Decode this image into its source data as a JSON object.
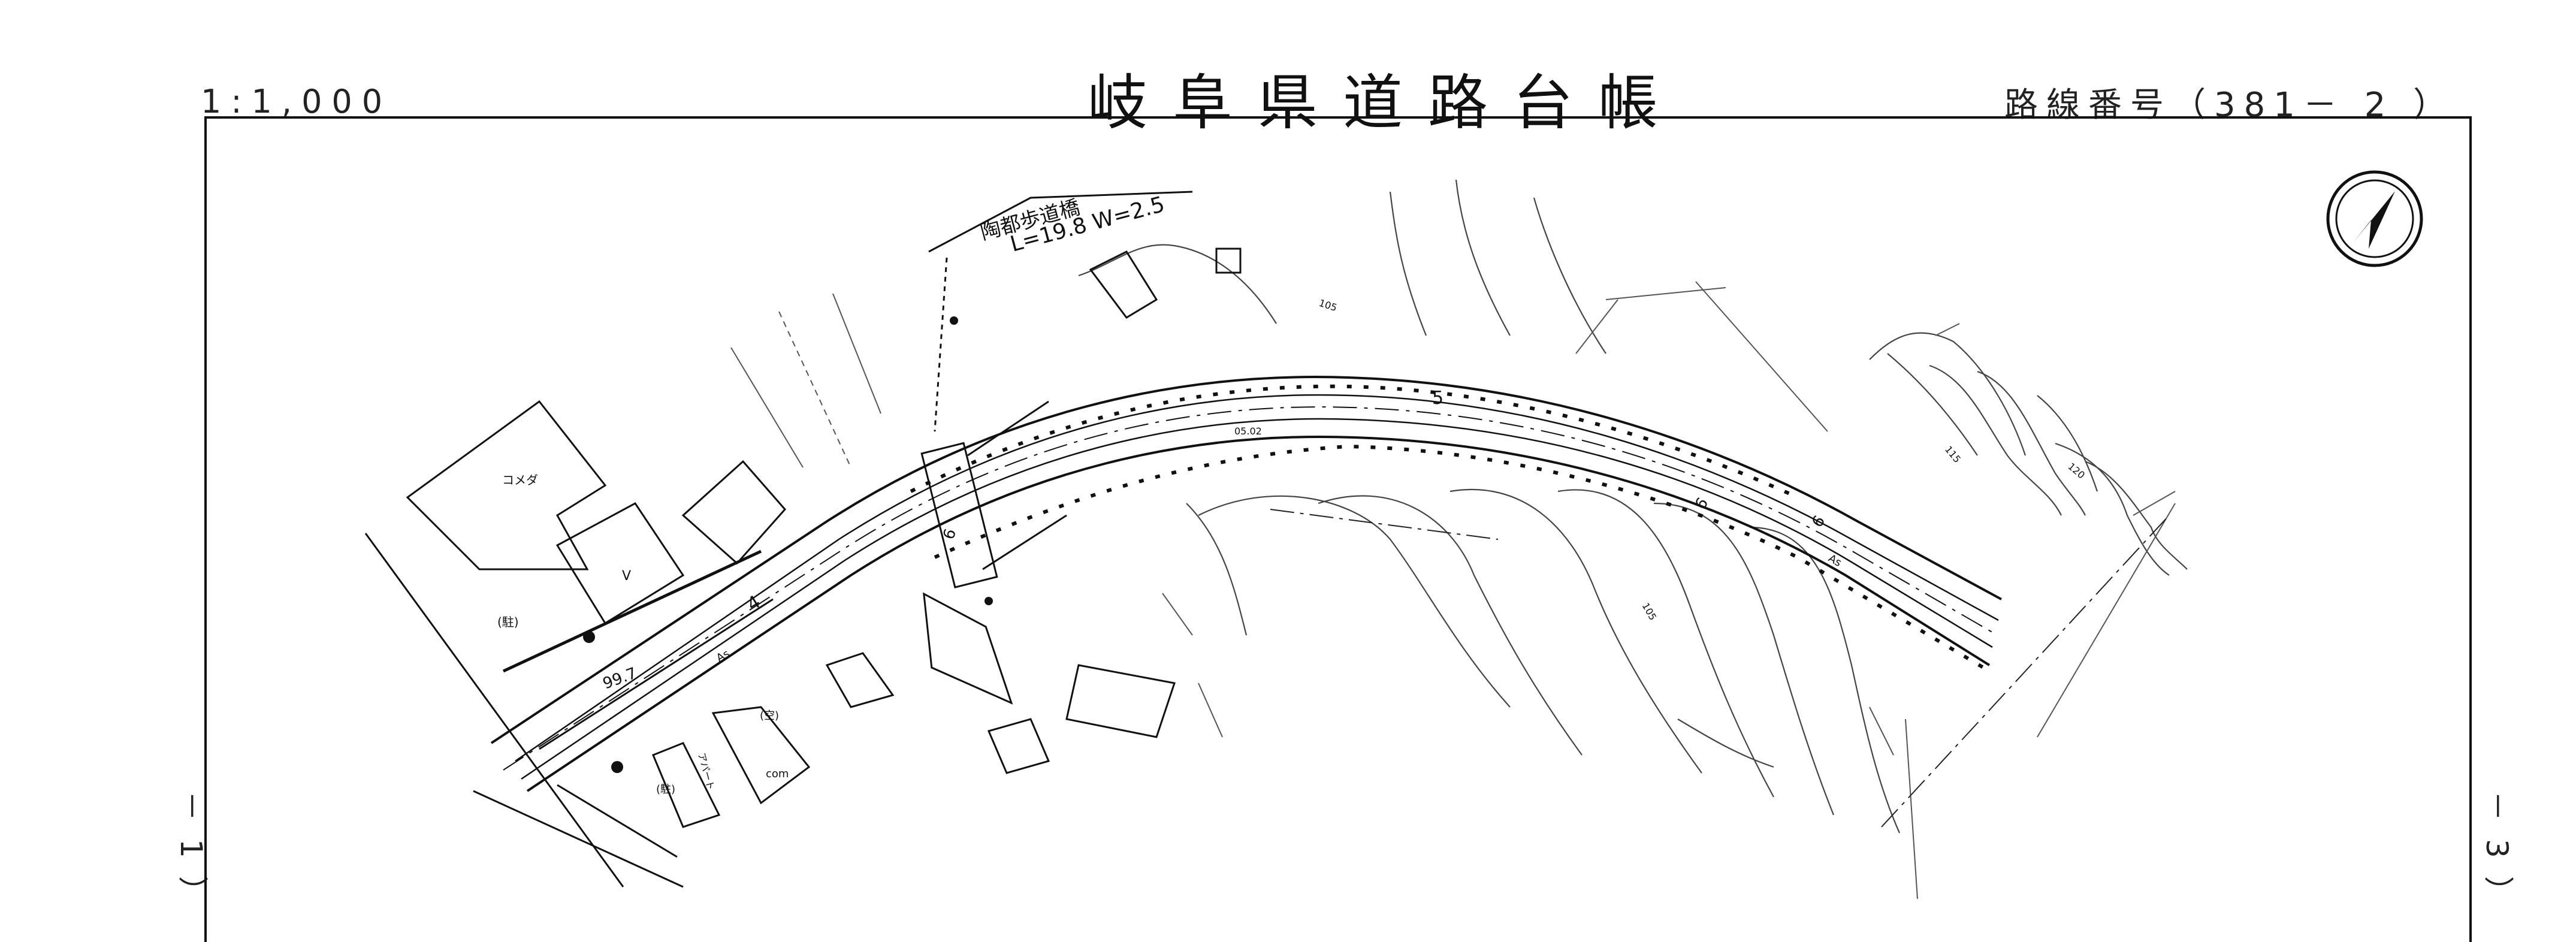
{
  "header": {
    "scale": "1:1,000",
    "title": "岐阜県道路台帳",
    "route": "路線番号（381－ 2 ）"
  },
  "sheet_margin": {
    "left": "－1）",
    "right": "－3）"
  },
  "map_labels": {
    "bridge_name": "陶都歩道橋",
    "bridge_size": "L=19.8 W=2.5",
    "komeda": "コメダ",
    "v_shop": "V",
    "parking_1": "(駐)",
    "parking_2": "(駐)",
    "empty_lot": "(空)",
    "com": "com",
    "apartment": "アパート",
    "elevation_99_7": "99.7",
    "elevation_105_a": "105",
    "elevation_105_b": "105",
    "elevation_115": "115",
    "elevation_120": "120",
    "width_4": "4",
    "width_5": "5",
    "width_6a": "6",
    "width_6b": "6",
    "width_6c": "6",
    "surface_as_1": "As",
    "surface_as_2": "As",
    "marker_0502": "05.02"
  },
  "colors": {
    "ink": "#111111",
    "paper": "#ffffff"
  }
}
